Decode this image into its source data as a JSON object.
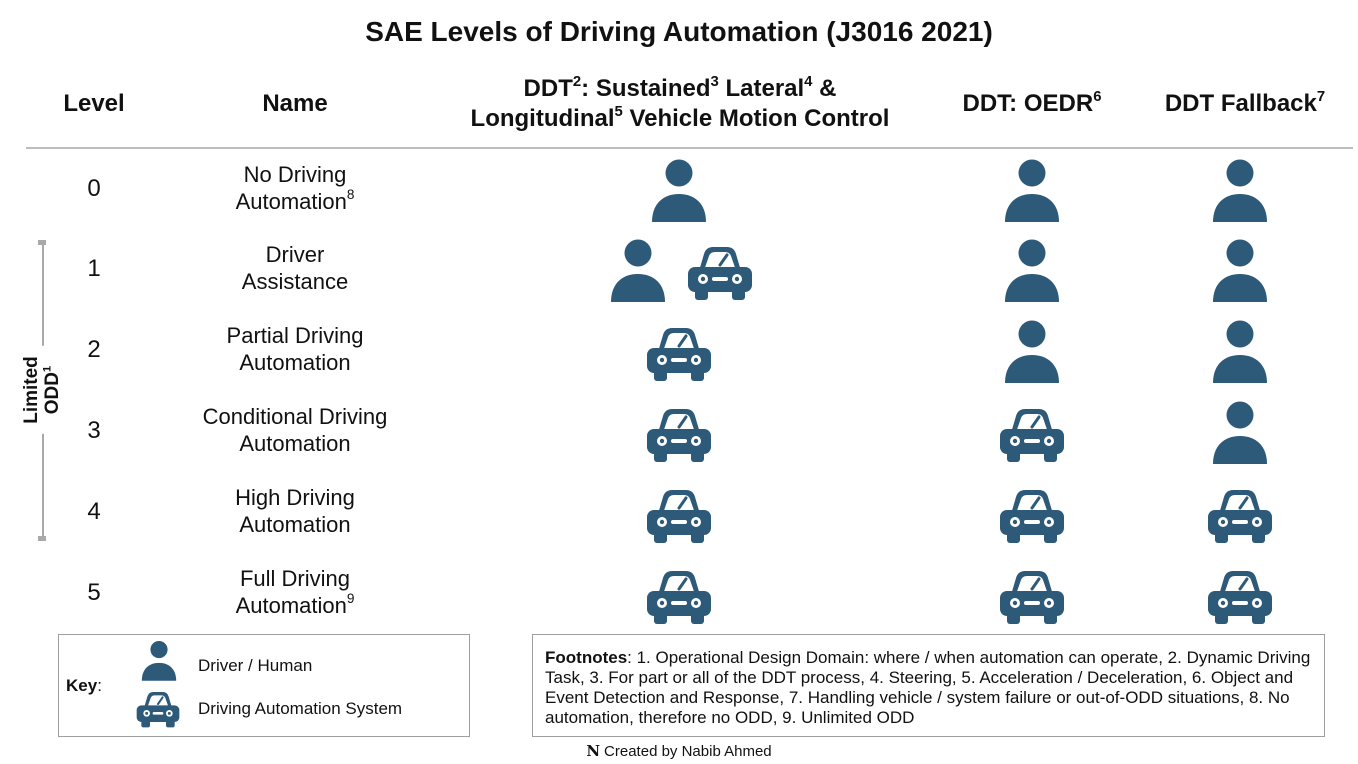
{
  "title": "SAE Levels of Driving Automation (J3016 2021)",
  "headers": {
    "level": "Level",
    "name": "Name",
    "ddt_motion": {
      "line1_a": "DDT",
      "line1_a_sup": "2",
      "line1_b": ": Sustained",
      "line1_b_sup": "3",
      "line1_c": " Lateral",
      "line1_c_sup": "4",
      "line1_d": " &",
      "line2_a": "Longitudinal",
      "line2_a_sup": "5",
      "line2_b": " Vehicle Motion Control"
    },
    "oedr": {
      "text": "DDT: OEDR",
      "sup": "6"
    },
    "fallback": {
      "text": "DDT Fallback",
      "sup": "7"
    }
  },
  "limited_odd": {
    "line1": "Limited",
    "line2": "ODD",
    "sup": "1"
  },
  "rows": [
    {
      "level": "0",
      "name1": "No Driving",
      "name2": "Automation",
      "sup": "8",
      "motion": [
        "human"
      ],
      "oedr": "human",
      "fallback": "human"
    },
    {
      "level": "1",
      "name1": "Driver",
      "name2": "Assistance",
      "sup": "",
      "motion": [
        "human",
        "car"
      ],
      "oedr": "human",
      "fallback": "human"
    },
    {
      "level": "2",
      "name1": "Partial Driving",
      "name2": "Automation",
      "sup": "",
      "motion": [
        "car"
      ],
      "oedr": "human",
      "fallback": "human"
    },
    {
      "level": "3",
      "name1": "Conditional Driving",
      "name2": "Automation",
      "sup": "",
      "motion": [
        "car"
      ],
      "oedr": "car",
      "fallback": "human"
    },
    {
      "level": "4",
      "name1": "High Driving",
      "name2": "Automation",
      "sup": "",
      "motion": [
        "car"
      ],
      "oedr": "car",
      "fallback": "car"
    },
    {
      "level": "5",
      "name1": "Full Driving",
      "name2": "Automation",
      "sup": "9",
      "motion": [
        "car"
      ],
      "oedr": "car",
      "fallback": "car"
    }
  ],
  "key": {
    "label": "Key",
    "colon": ":",
    "human_label": "Driver / Human",
    "car_label": "Driving Automation System",
    "human_icon": "person-icon",
    "car_icon": "car-icon"
  },
  "footnotes": {
    "label": "Footnotes",
    "text": ": 1. Operational Design Domain: where / when automation can operate, 2. Dynamic Driving Task, 3. For part or all of the DDT process, 4. Steering, 5. Acceleration / Deceleration, 6. Object and Event Detection and Response, 7. Handling vehicle / system failure or out-of-ODD situations, 8. No automation, therefore no ODD, 9. Unlimited ODD"
  },
  "credit": {
    "logo": "N",
    "text": "Created by Nabib Ahmed"
  },
  "colors": {
    "icon": "#2e5a7a",
    "rule": "#bdbdbd",
    "bracket": "#a9a9a9"
  }
}
